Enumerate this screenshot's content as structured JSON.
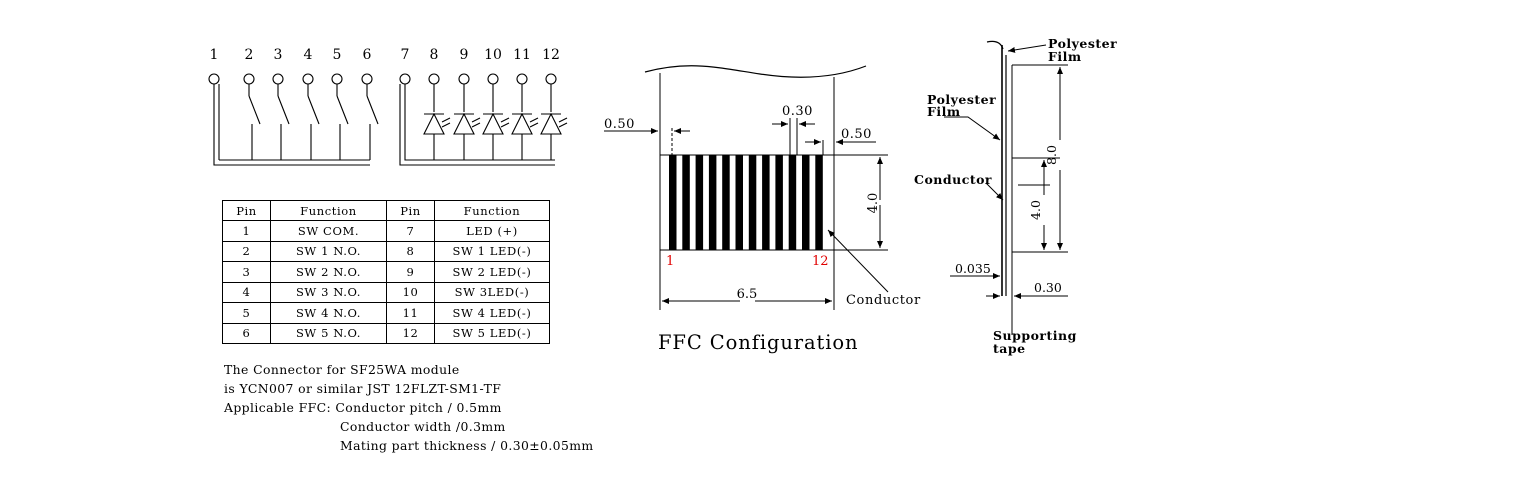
{
  "schematic": {
    "pin_numbers": [
      "1",
      "2",
      "3",
      "4",
      "5",
      "6",
      "7",
      "8",
      "9",
      "10",
      "11",
      "12"
    ]
  },
  "pin_table": {
    "headers": [
      "Pin",
      "Function",
      "Pin",
      "Function"
    ],
    "rows": [
      [
        "1",
        "SW COM.",
        "7",
        "LED (+)"
      ],
      [
        "2",
        "SW 1 N.O.",
        "8",
        "SW 1 LED(-)"
      ],
      [
        "3",
        "SW 2 N.O.",
        "9",
        "SW 2 LED(-)"
      ],
      [
        "4",
        "SW 3 N.O.",
        "10",
        "SW 3LED(-)"
      ],
      [
        "5",
        "SW 4 N.O.",
        "11",
        "SW 4 LED(-)"
      ],
      [
        "6",
        "SW 5 N.O.",
        "12",
        "SW 5 LED(-)"
      ]
    ]
  },
  "notes": {
    "line1": "The Connector for SF25WA module",
    "line2": "is YCN007 or similar JST 12FLZT-SM1-TF",
    "line3": "Applicable FFC: Conductor pitch / 0.5mm",
    "line4": "Conductor width /0.3mm",
    "line5": "Mating part thickness / 0.30±0.05mm"
  },
  "ffc": {
    "title": "FFC Configuration",
    "dim_left_margin": "0.50",
    "dim_conductor_width": "0.30",
    "dim_right_margin": "0.50",
    "dim_height": "4.0",
    "dim_width": "6.5",
    "pin_first": "1",
    "pin_last": "12",
    "conductor_label": "Conductor",
    "pin_label_color": "#e00000"
  },
  "side_view": {
    "polyester_film_top_1": "Polyester",
    "polyester_film_top_2": "Film",
    "polyester_film_mid_1": "Polyester",
    "polyester_film_mid_2": "Film",
    "conductor_label": "Conductor",
    "dim_total_length": "8.0",
    "dim_conductor_length": "4.0",
    "dim_film_thickness": "0.035",
    "dim_total_thickness": "0.30",
    "supporting_tape_1": "Supporting",
    "supporting_tape_2": "tape"
  }
}
